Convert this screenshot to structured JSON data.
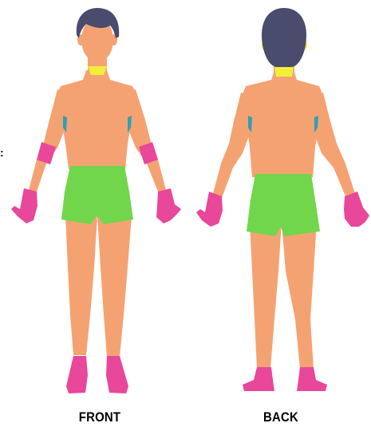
{
  "views": [
    {
      "id": "front",
      "label": "FRONT"
    },
    {
      "id": "back",
      "label": "BACK"
    }
  ],
  "edge_mark": ":",
  "colors": {
    "skin": "#f5a273",
    "hair": "#4a4c6e",
    "shorts": "#71d64b",
    "neck_band": "#f2ee3a",
    "wrist_band": "#e8479a",
    "gloves": "#e8479a",
    "feet": "#e8479a",
    "underarm": "#2f9fb5"
  }
}
